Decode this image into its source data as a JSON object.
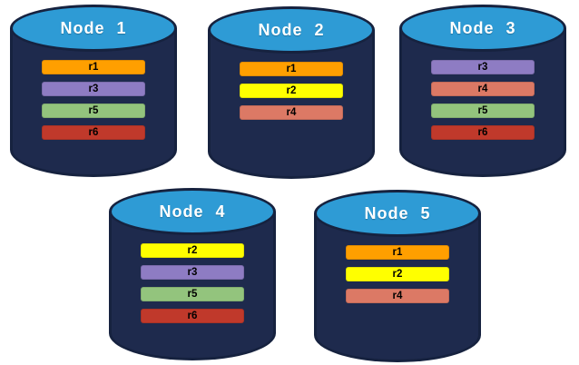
{
  "background": "#FFFFFF",
  "palette": {
    "cylinder_body": "#1E2A4D",
    "cylinder_outline": "#16223F",
    "cylinder_top_blue": "#2E9BD5",
    "title_text": "#FFFFFF",
    "bar_text": "#000000"
  },
  "replica_colors": {
    "r1": "#FF9F00",
    "r2": "#FFFF00",
    "r3": "#8E7CC3",
    "r4": "#DC7965",
    "r5": "#93C47D",
    "r6": "#C0392B"
  },
  "nodes": [
    {
      "label": "Node 1",
      "replicas": [
        "r1",
        "r3",
        "r5",
        "r6"
      ]
    },
    {
      "label": "Node 2",
      "replicas": [
        "r1",
        "r2",
        "r4"
      ]
    },
    {
      "label": "Node 3",
      "replicas": [
        "r3",
        "r4",
        "r5",
        "r6"
      ]
    },
    {
      "label": "Node 4",
      "replicas": [
        "r2",
        "r3",
        "r5",
        "r6"
      ]
    },
    {
      "label": "Node 5",
      "replicas": [
        "r1",
        "r2",
        "r4"
      ]
    }
  ]
}
